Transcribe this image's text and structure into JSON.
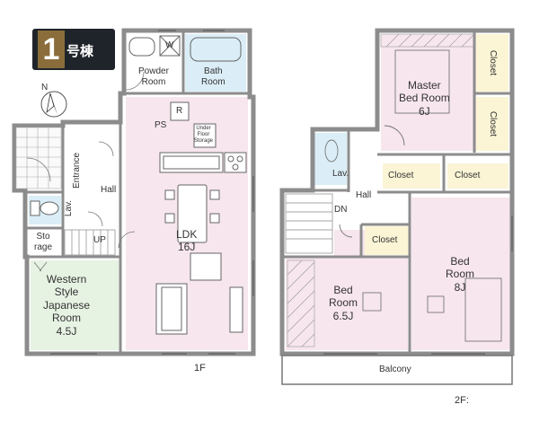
{
  "badge": {
    "number": "1",
    "text": "号棟"
  },
  "floors": {
    "first": "1F",
    "second": "2F:"
  },
  "compass": {
    "north": "N"
  },
  "rooms_1f": {
    "powder": [
      "Powder",
      "Room"
    ],
    "bath": [
      "Bath",
      "Room"
    ],
    "ldk": [
      "LDK",
      "16J"
    ],
    "japanese": [
      "Western",
      "Style",
      "Japanese",
      "Room",
      "4.5J"
    ],
    "storage": [
      "Sto",
      "rage"
    ],
    "hall": "Hall",
    "lav": "Lav.",
    "entrance": "Entrance",
    "up": "UP",
    "ps": "PS",
    "w": "W",
    "r": "R",
    "under_floor": [
      "Under",
      "Floor",
      "Storage"
    ]
  },
  "rooms_2f": {
    "master": [
      "Master",
      "Bed Room",
      "6J"
    ],
    "bed1": [
      "Bed",
      "Room",
      "6.5J"
    ],
    "bed2": [
      "Bed",
      "Room",
      "8J"
    ],
    "closet1": "Closet",
    "closet2": "Closet",
    "closet3": "Closet",
    "closet_right_a": "Closet",
    "closet_right_b": "Closet",
    "hall": "Hall",
    "lav": "Lav.",
    "dn": "DN",
    "balcony": "Balcony"
  },
  "colors": {
    "wall": "#8c8c8c",
    "pink": "#f7e6ee",
    "blue": "#dbeef7",
    "green": "#e6f2e2",
    "yellow": "#fbf5d6"
  }
}
